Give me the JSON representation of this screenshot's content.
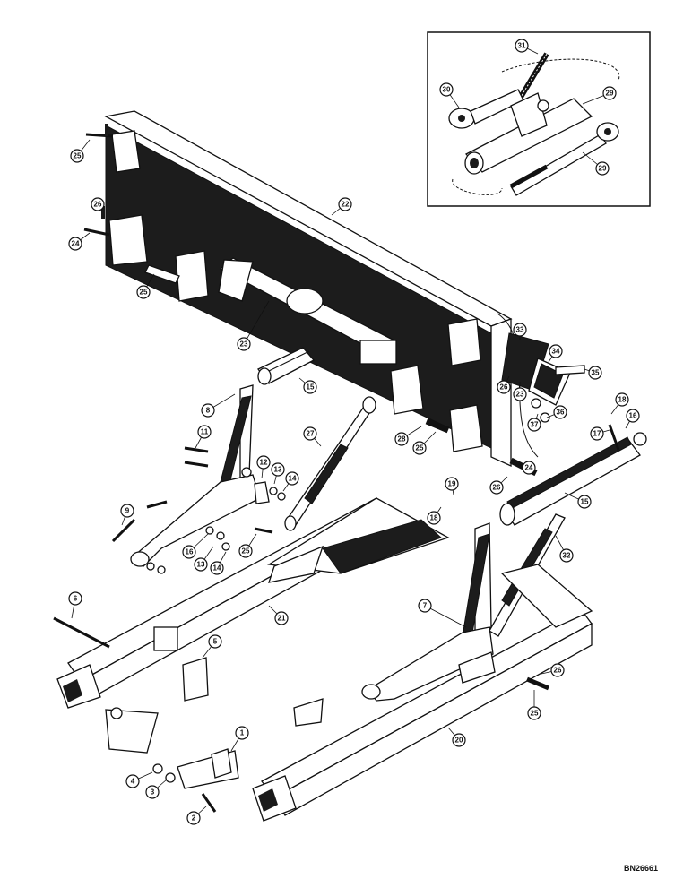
{
  "diagram": {
    "reference_code": "BN26661",
    "callouts": [
      {
        "id": "c31",
        "label": "31"
      },
      {
        "id": "c30",
        "label": "30"
      },
      {
        "id": "c29a",
        "label": "29"
      },
      {
        "id": "c29b",
        "label": "29"
      },
      {
        "id": "c25a",
        "label": "25"
      },
      {
        "id": "c22",
        "label": "22"
      },
      {
        "id": "c26a",
        "label": "26"
      },
      {
        "id": "c24",
        "label": "24"
      },
      {
        "id": "c25b",
        "label": "25"
      },
      {
        "id": "c23a",
        "label": "23"
      },
      {
        "id": "c33",
        "label": "33"
      },
      {
        "id": "c34",
        "label": "34"
      },
      {
        "id": "c35",
        "label": "35"
      },
      {
        "id": "c26b",
        "label": "26"
      },
      {
        "id": "c23b",
        "label": "23"
      },
      {
        "id": "c15a",
        "label": "15"
      },
      {
        "id": "c36",
        "label": "36"
      },
      {
        "id": "c37",
        "label": "37"
      },
      {
        "id": "c18a",
        "label": "18"
      },
      {
        "id": "c16a",
        "label": "16"
      },
      {
        "id": "c8",
        "label": "8"
      },
      {
        "id": "c28",
        "label": "28"
      },
      {
        "id": "c25c",
        "label": "25"
      },
      {
        "id": "c17",
        "label": "17"
      },
      {
        "id": "c11",
        "label": "11"
      },
      {
        "id": "c27",
        "label": "27"
      },
      {
        "id": "c24b",
        "label": "24"
      },
      {
        "id": "c12",
        "label": "12"
      },
      {
        "id": "c13a",
        "label": "13"
      },
      {
        "id": "c14a",
        "label": "14"
      },
      {
        "id": "c26c",
        "label": "26"
      },
      {
        "id": "c15b",
        "label": "15"
      },
      {
        "id": "c19",
        "label": "19"
      },
      {
        "id": "c9",
        "label": "9"
      },
      {
        "id": "c18b",
        "label": "18"
      },
      {
        "id": "c16b",
        "label": "16"
      },
      {
        "id": "c25d",
        "label": "25"
      },
      {
        "id": "c13b",
        "label": "13"
      },
      {
        "id": "c14b",
        "label": "14"
      },
      {
        "id": "c32",
        "label": "32"
      },
      {
        "id": "c6",
        "label": "6"
      },
      {
        "id": "c21",
        "label": "21"
      },
      {
        "id": "c7",
        "label": "7"
      },
      {
        "id": "c5",
        "label": "5"
      },
      {
        "id": "c26d",
        "label": "26"
      },
      {
        "id": "c25e",
        "label": "25"
      },
      {
        "id": "c20",
        "label": "20"
      },
      {
        "id": "c1",
        "label": "1"
      },
      {
        "id": "c4",
        "label": "4"
      },
      {
        "id": "c3",
        "label": "3"
      },
      {
        "id": "c2",
        "label": "2"
      }
    ]
  }
}
